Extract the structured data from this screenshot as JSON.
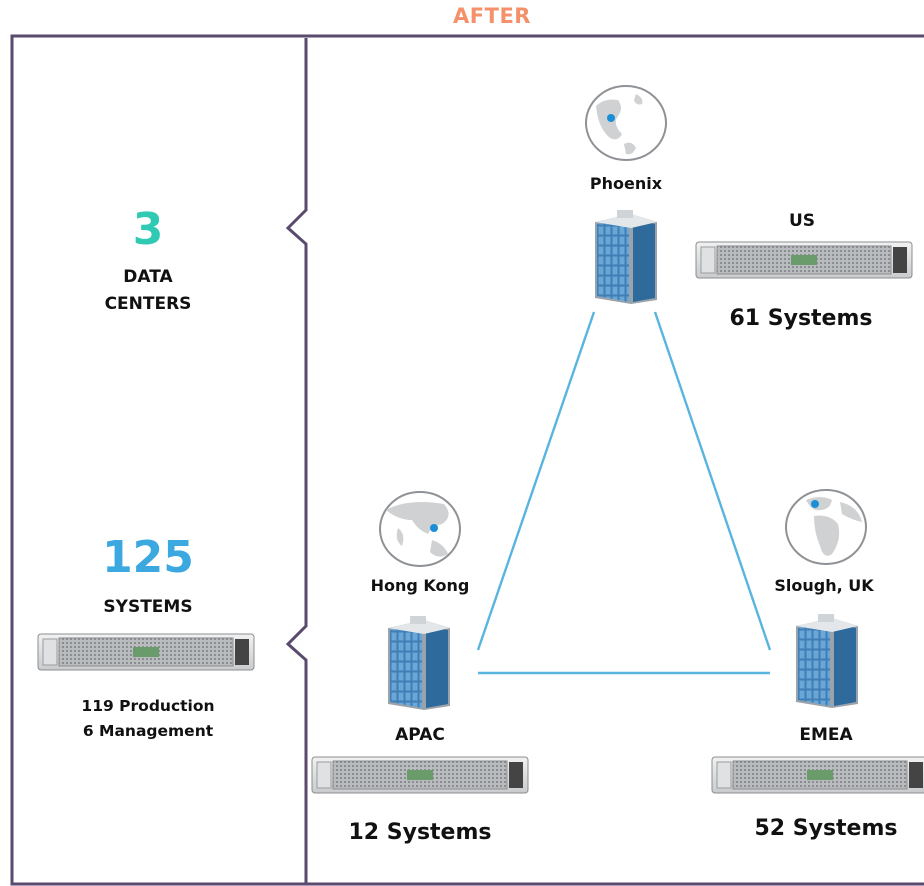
{
  "title": "AFTER",
  "summary": {
    "data_centers_count": "3",
    "data_centers_label_1": "DATA",
    "data_centers_label_2": "CENTERS",
    "systems_count": "125",
    "systems_label": "SYSTEMS",
    "production": "119 Production",
    "management": "6 Management"
  },
  "sites": {
    "phoenix": {
      "city": "Phoenix",
      "region": "US",
      "systems": "61 Systems"
    },
    "hongkong": {
      "city": "Hong Kong",
      "region": "APAC",
      "systems": "12 Systems"
    },
    "slough": {
      "city": "Slough, UK",
      "region": "EMEA",
      "systems": "52 Systems"
    }
  },
  "colors": {
    "title": "#f4916b",
    "frame": "#5a4a6e",
    "data_centers_number": "#2fc9b4",
    "systems_number": "#3ba8e0",
    "link_line": "#5ab4e0",
    "marker": "#1a8fd8"
  },
  "icons": [
    "globe-icon",
    "building-icon",
    "server-icon"
  ]
}
